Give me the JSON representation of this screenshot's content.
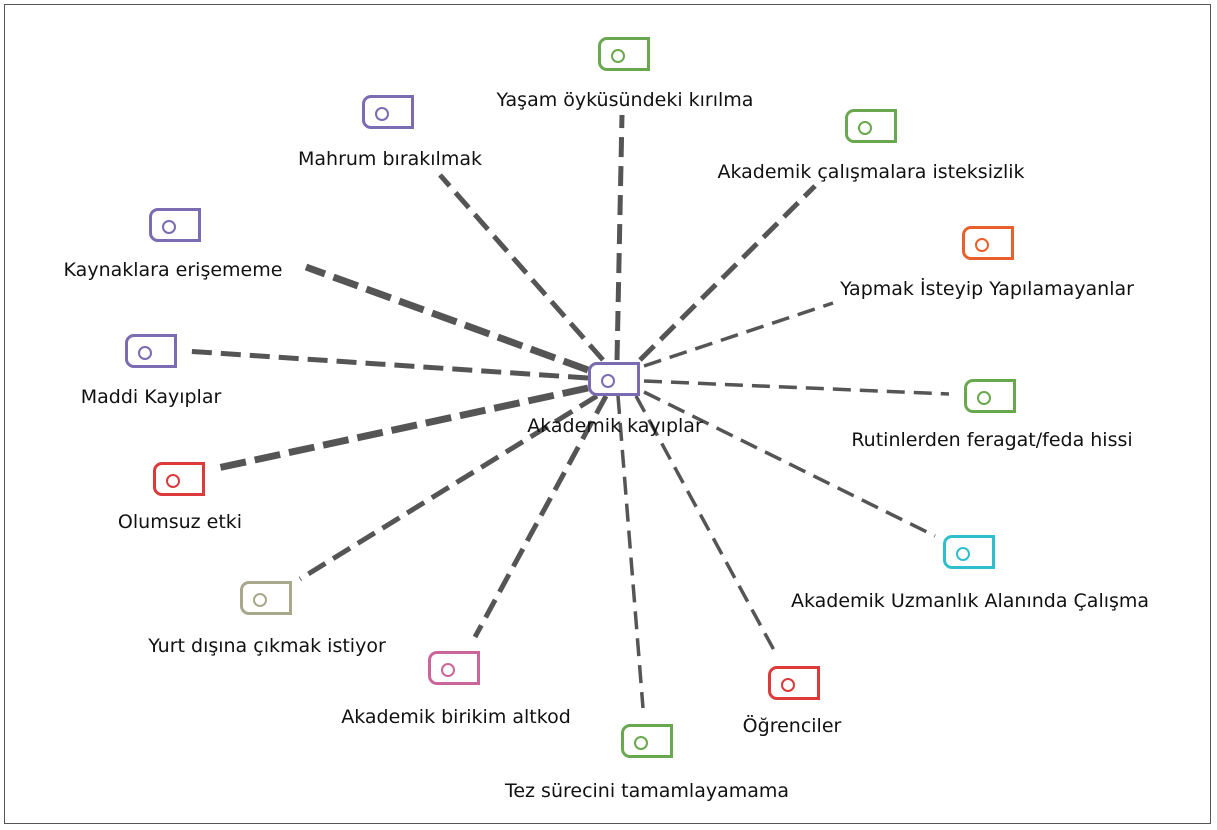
{
  "diagram": {
    "center": {
      "label": "Akademik kayıplar",
      "color": "#7a6bb3"
    },
    "nodes": [
      {
        "id": "yasam",
        "label": "Yaşam öyküsündeki kırılma",
        "color": "#6aa84f",
        "weight": "medium"
      },
      {
        "id": "mahrum",
        "label": "Mahrum bırakılmak",
        "color": "#7a6bb3",
        "weight": "medium"
      },
      {
        "id": "akademik-calisma",
        "label": "Akademik çalışmalara isteksizlik",
        "color": "#6aa84f",
        "weight": "medium"
      },
      {
        "id": "kaynaklar",
        "label": "Kaynaklara erişememe",
        "color": "#7a6bb3",
        "weight": "heavy"
      },
      {
        "id": "yapmak",
        "label": "Yapmak İsteyip Yapılamayanlar",
        "color": "#e8612c",
        "weight": "light"
      },
      {
        "id": "maddi",
        "label": "Maddi Kayıplar",
        "color": "#7a6bb3",
        "weight": "medium"
      },
      {
        "id": "rutinler",
        "label": "Rutinlerden feragat/feda hissi",
        "color": "#6aa84f",
        "weight": "light"
      },
      {
        "id": "olumsuz",
        "label": "Olumsuz etki",
        "color": "#dd3b3b",
        "weight": "heavy"
      },
      {
        "id": "uzmanlik",
        "label": "Akademik Uzmanlık Alanında Çalışma",
        "color": "#2fbfcc",
        "weight": "light"
      },
      {
        "id": "yurtdisi",
        "label": "Yurt dışına çıkmak istiyor",
        "color": "#a8a98a",
        "weight": "medium"
      },
      {
        "id": "birikim",
        "label": "Akademik birikim altkod",
        "color": "#cc6699",
        "weight": "medium"
      },
      {
        "id": "tez",
        "label": "Tez sürecini tamamlayamama",
        "color": "#6aa84f",
        "weight": "light"
      },
      {
        "id": "ogrenciler",
        "label": "Öğrenciler",
        "color": "#dd3b3b",
        "weight": "light"
      }
    ]
  }
}
